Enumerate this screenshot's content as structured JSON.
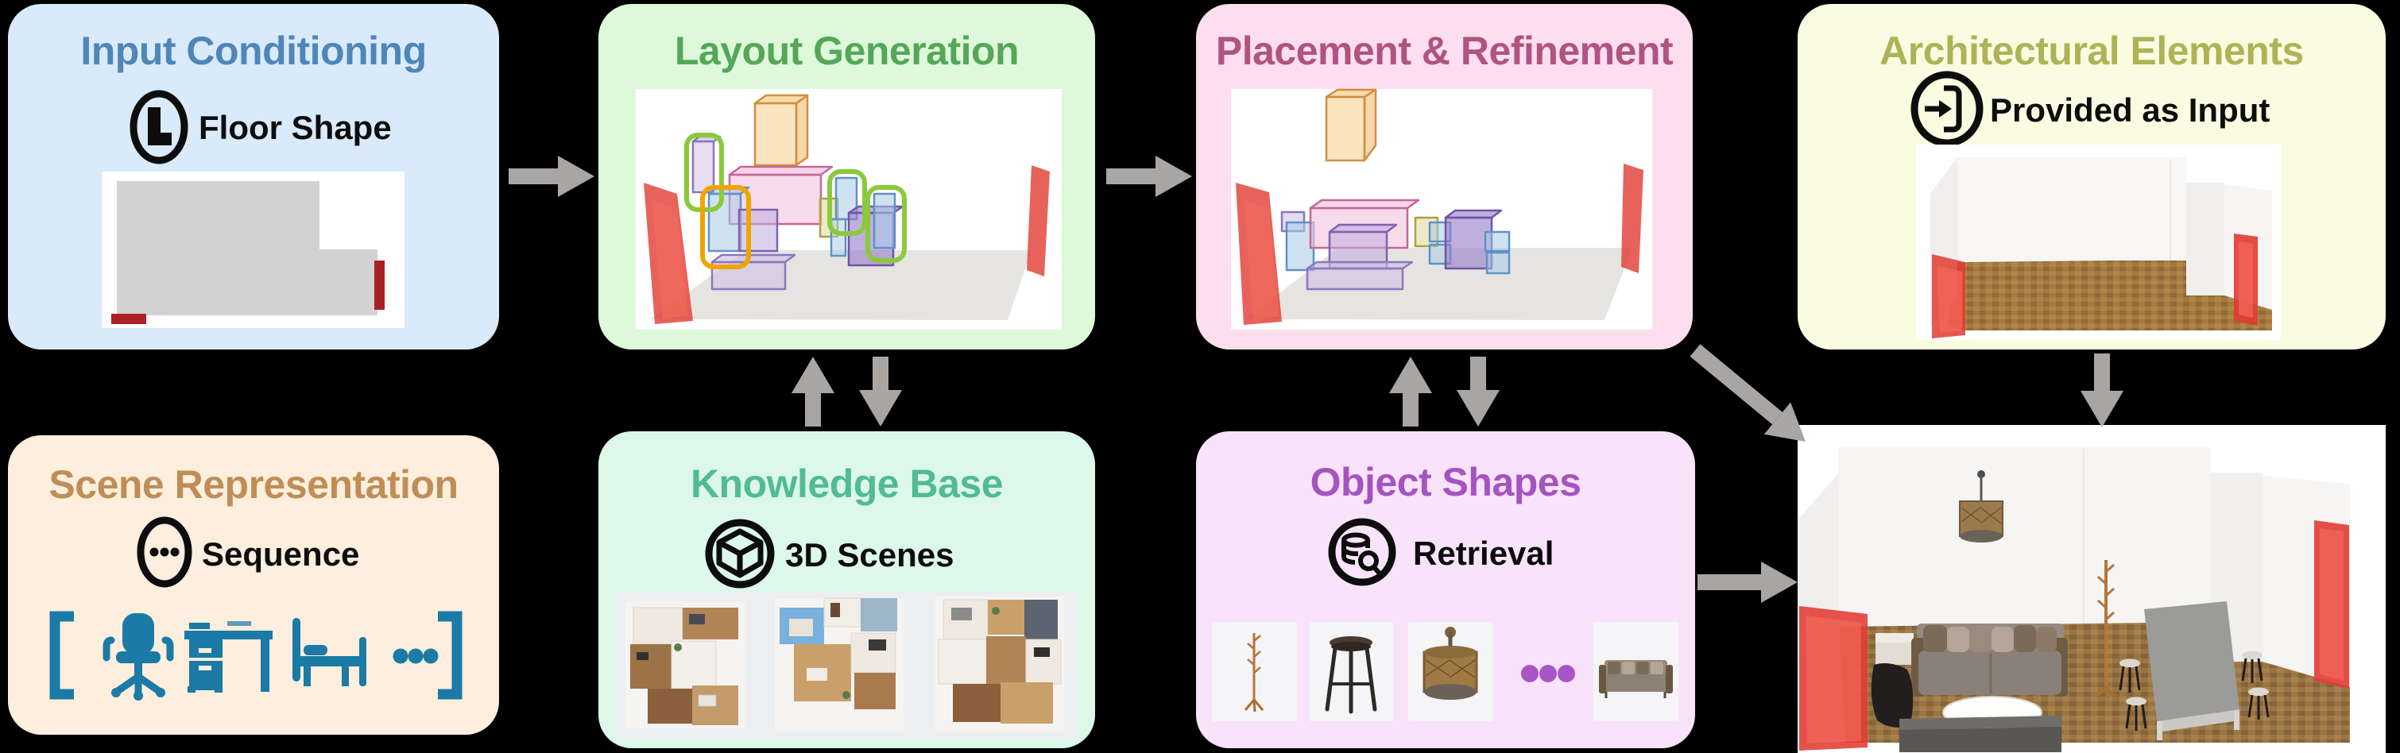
{
  "figure": {
    "background_color": "#000000",
    "arrow_color": "#a9a5a2",
    "boxes": {
      "input_conditioning": {
        "title": "Input Conditioning",
        "title_color": "#4e86b8",
        "bg_color": "#d9eafb",
        "icon": "floor-shape-icon",
        "icon_label": "Floor Shape",
        "image": "L-shaped gray floor mask with door and window marked as red bars"
      },
      "layout_generation": {
        "title": "Layout Generation",
        "title_color": "#55a757",
        "bg_color": "#def8da",
        "image": "3D scene of translucent colored bounding boxes with green and orange highlight outlines, red door panels",
        "highlight_colors": {
          "green": "#8bc93c",
          "orange": "#f0a500"
        }
      },
      "placement_refinement": {
        "title": "Placement & Refinement",
        "title_color": "#b05381",
        "bg_color": "#fcdeee",
        "image": "refined 3D scene of translucent colored bounding boxes with red door panels"
      },
      "architectural_elements": {
        "title": "Architectural Elements",
        "title_color": "#aeb356",
        "bg_color": "#fafce2",
        "icon": "enter-input-icon",
        "icon_label": "Provided as Input",
        "image": "empty room with white walls, parquet wood floor, red door and red window panels"
      },
      "scene_representation": {
        "title": "Scene Representation",
        "title_color": "#bf8e57",
        "bg_color": "#fdeede",
        "icon": "ellipsis-circle-icon",
        "icon_label": "Sequence",
        "sequence": {
          "color": "#1b7aa6",
          "open_bracket": "[",
          "close_bracket": "]",
          "items": [
            "office-chair-icon",
            "desk-icon",
            "bed-icon",
            "ellipsis-icon"
          ]
        }
      },
      "knowledge_base": {
        "title": "Knowledge Base",
        "title_color": "#52bb91",
        "bg_color": "#dbf8ea",
        "icon": "3d-cube-circle-icon",
        "icon_label": "3D Scenes",
        "image": "three isometric renders of furnished 3D apartment scenes"
      },
      "object_shapes": {
        "title": "Object Shapes",
        "title_color": "#a553c1",
        "bg_color": "#f8e3fa",
        "icon": "database-search-icon",
        "icon_label": "Retrieval",
        "ellipsis_color": "#a855c8",
        "thumbnails": [
          "coat-rack",
          "bar-stool",
          "pendant-lamp",
          "ellipsis",
          "sofa"
        ]
      },
      "final_render": {
        "description": "rendered living room: sofa with pillows, oval coffee table, gray bench, dark chair, side table, coat rack, pendant drum lamp, long gray dining table with four stools, red door and window panels"
      }
    },
    "arrows": [
      {
        "from": "input_conditioning",
        "to": "layout_generation",
        "direction": "right"
      },
      {
        "from": "layout_generation",
        "to": "placement_refinement",
        "direction": "right"
      },
      {
        "from": "knowledge_base",
        "to": "layout_generation",
        "direction": "up"
      },
      {
        "from": "layout_generation",
        "to": "knowledge_base",
        "direction": "down"
      },
      {
        "from": "object_shapes",
        "to": "placement_refinement",
        "direction": "up"
      },
      {
        "from": "placement_refinement",
        "to": "object_shapes",
        "direction": "down"
      },
      {
        "from": "architectural_elements",
        "to": "final_render",
        "direction": "down"
      },
      {
        "from": "placement_refinement",
        "to": "final_render",
        "direction": "diagonal-down-right"
      },
      {
        "from": "object_shapes",
        "to": "final_render",
        "direction": "right"
      }
    ]
  }
}
